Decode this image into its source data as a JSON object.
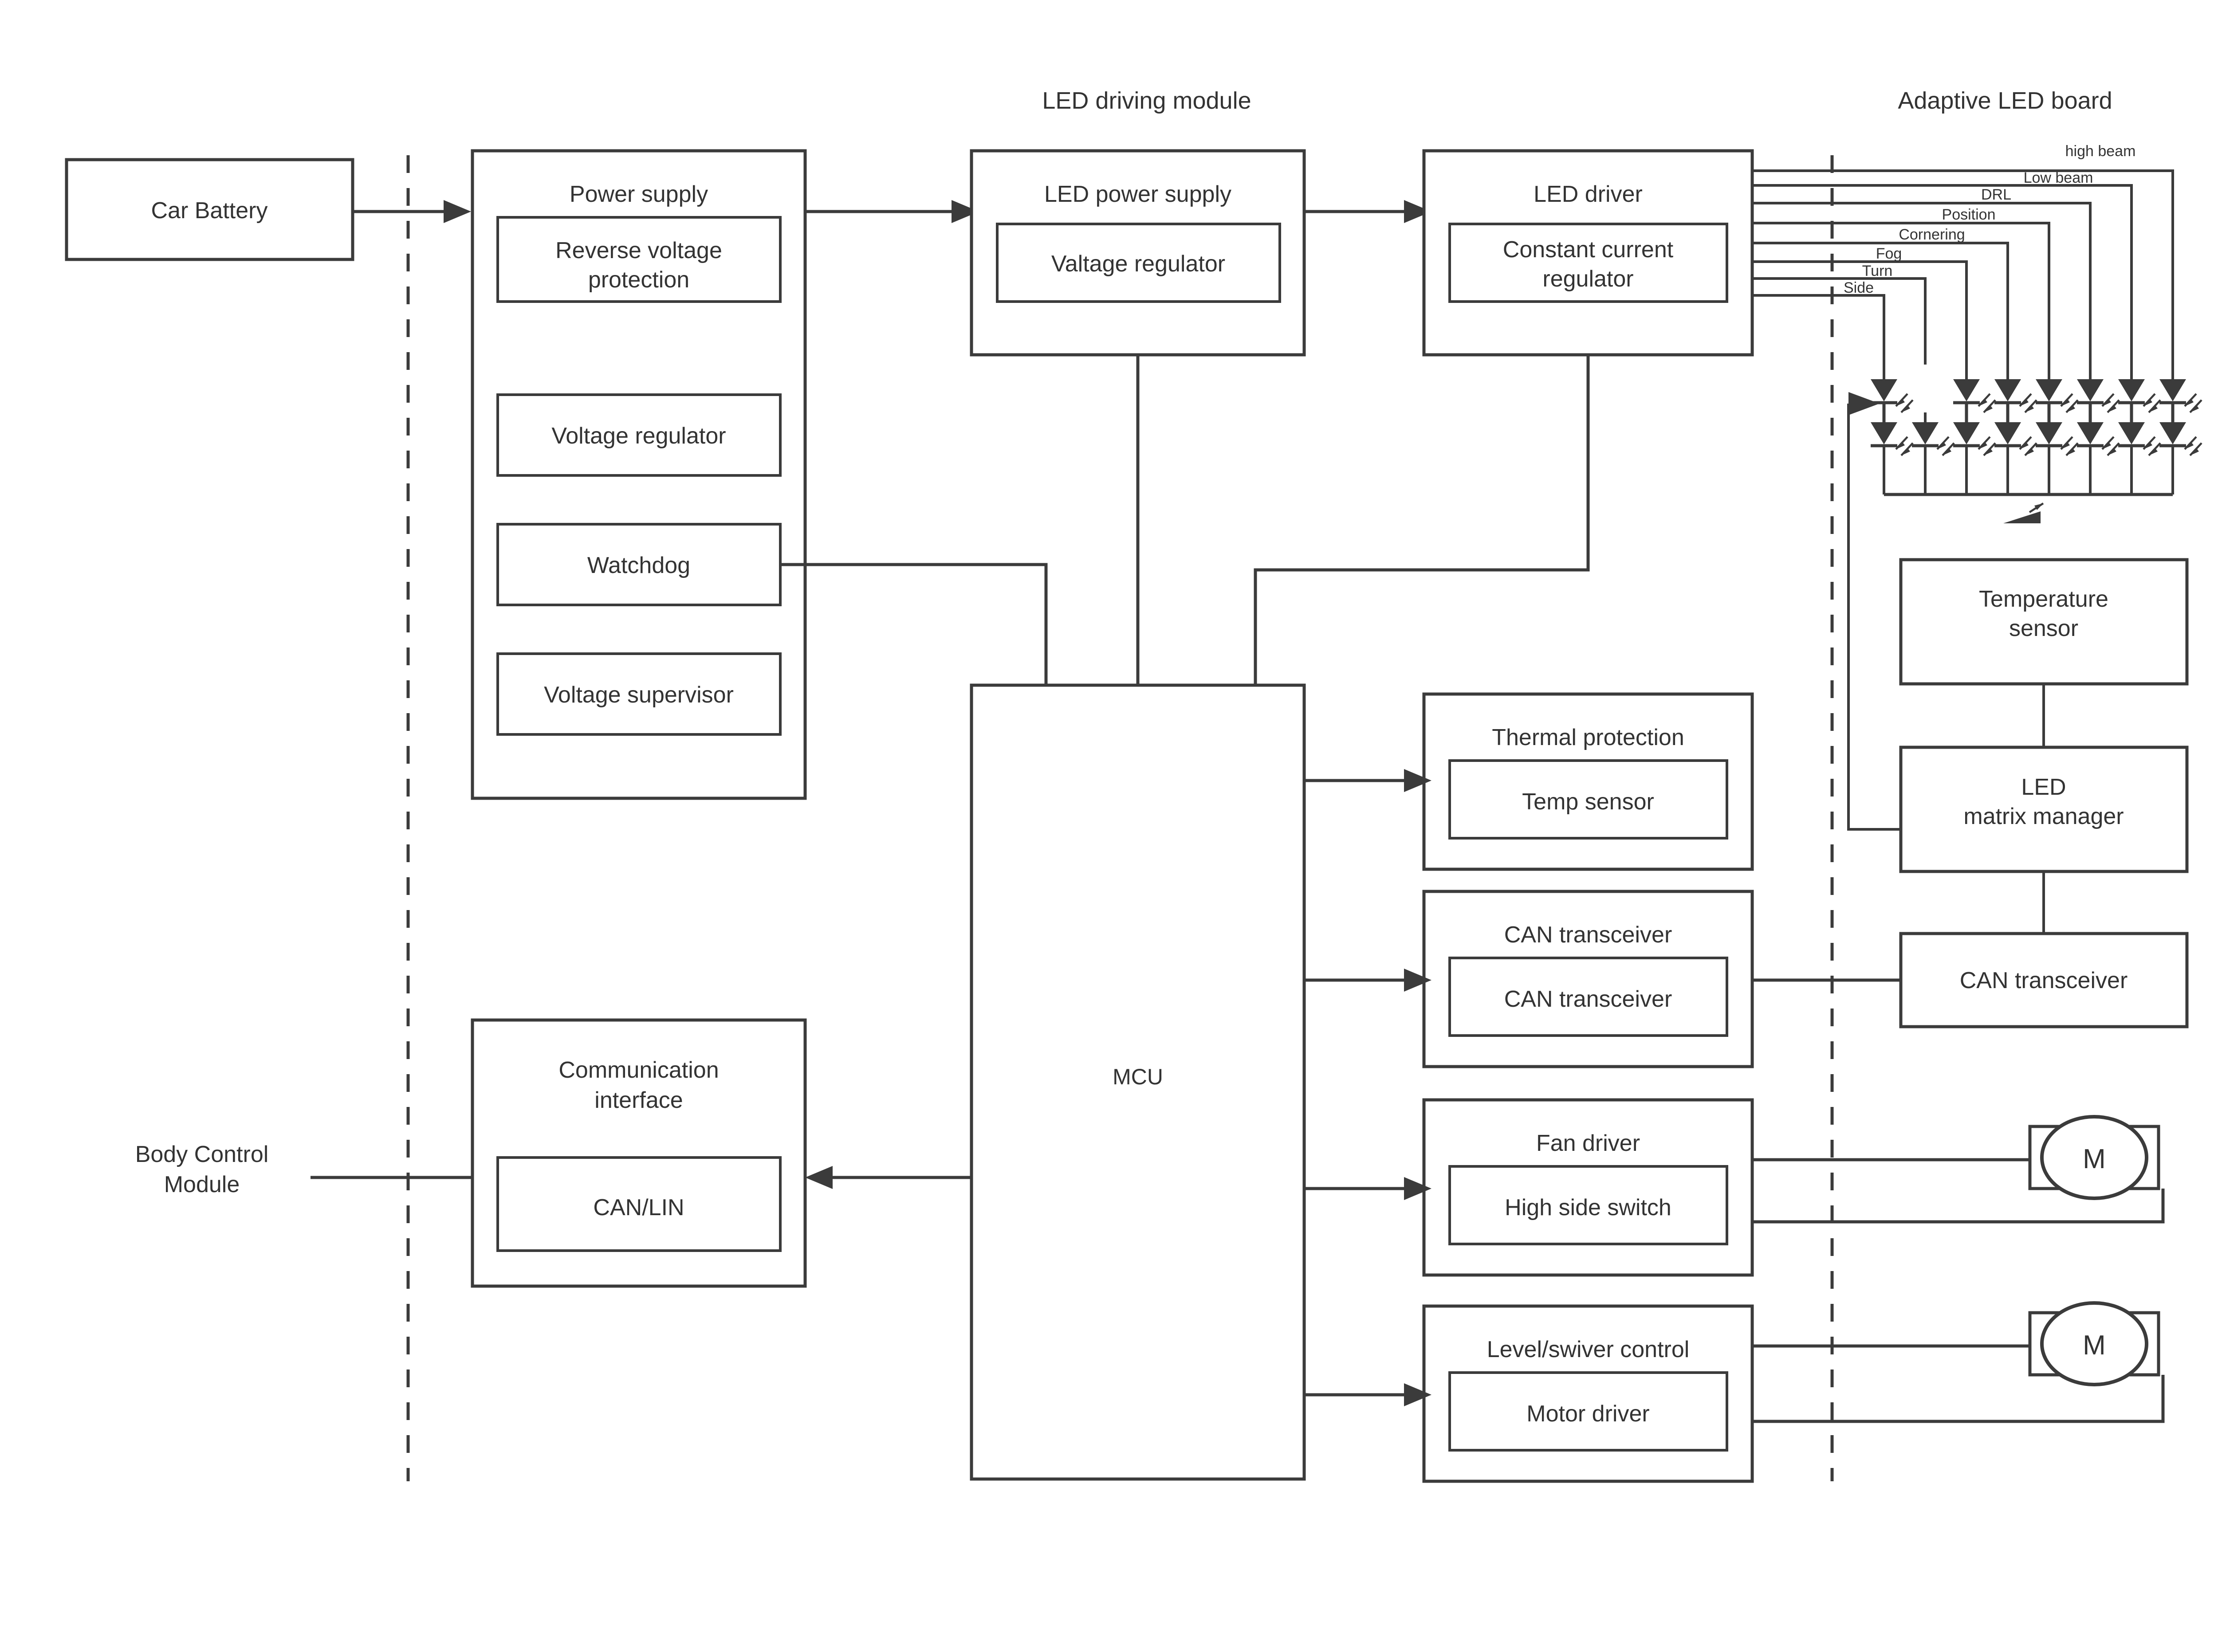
{
  "diagram": {
    "title_sections": {
      "led_driving_module": "LED driving module",
      "adaptive_led_board": "Adaptive LED board"
    },
    "external": {
      "car_battery": "Car Battery",
      "body_control_module": "Body Control\nModule",
      "body_control_module_line1": "Body Control",
      "body_control_module_line2": "Module"
    },
    "power_supply": {
      "title": "Power supply",
      "items": [
        {
          "label_line1": "Reverse voltage",
          "label_line2": "protection"
        },
        {
          "label_line1": "Voltage regulator",
          "label_line2": ""
        },
        {
          "label_line1": "Watchdog",
          "label_line2": ""
        },
        {
          "label_line1": "Voltage supervisor",
          "label_line2": ""
        }
      ]
    },
    "led_power_supply": {
      "title": "LED power supply",
      "sub": "Valtage regulator"
    },
    "led_driver": {
      "title": "LED driver",
      "sub_line1": "Constant current",
      "sub_line2": "regulator"
    },
    "mcu": {
      "label": "MCU"
    },
    "communication_interface": {
      "title_line1": "Communication",
      "title_line2": "interface",
      "sub": "CAN/LIN"
    },
    "peripherals": [
      {
        "title": "Thermal protection",
        "sub": "Temp sensor"
      },
      {
        "title": "CAN transceiver",
        "sub": "CAN transceiver"
      },
      {
        "title": "Fan driver",
        "sub": "High side switch"
      },
      {
        "title": "Level/swiver control",
        "sub": "Motor driver"
      }
    ],
    "beam_channels": [
      "high beam",
      "Low beam",
      "DRL",
      "Position",
      "Cornering",
      "Fog",
      "Turn",
      "Side"
    ],
    "board_blocks": [
      {
        "title_line1": "Temperature",
        "title_line2": "sensor"
      },
      {
        "title_line1": "LED",
        "title_line2": "matrix manager"
      },
      {
        "title_line1": "CAN transceiver",
        "title_line2": ""
      }
    ],
    "motors": [
      {
        "label": "M"
      },
      {
        "label": "M"
      }
    ],
    "colors": {
      "stroke": "#3b3b3b",
      "text": "#333333",
      "background": "#ffffff"
    }
  }
}
